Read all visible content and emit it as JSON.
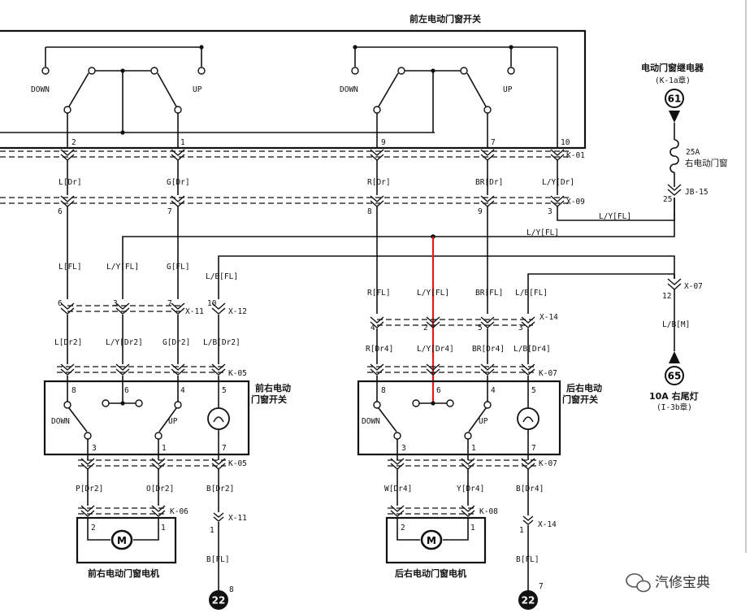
{
  "titles": {
    "front_left_switch": "前左电动门窗开关",
    "front_right_switch_l1": "前右电动",
    "front_right_switch_l2": "门窗开关",
    "rear_right_switch_l1": "后右电动",
    "rear_right_switch_l2": "门窗开关",
    "front_right_motor": "前右电动门窗电机",
    "rear_right_motor": "后右电动门窗电机"
  },
  "relay": {
    "title": "电动门窗继电器",
    "ref": "(K-1a章)",
    "circle": "61",
    "fuse_amp": "25A",
    "fuse_name": "右电动门窗",
    "pin": "25",
    "connector": "JB-15"
  },
  "tail_lamp": {
    "circle": "65",
    "label": "10A 右尾灯",
    "ref": "(I-3b章)"
  },
  "switch_words": {
    "down": "DOWN",
    "up": "UP",
    "motor": "M"
  },
  "connectors": {
    "k01": "K-01",
    "x09": "X-09",
    "x11": "X-11",
    "x12": "X-12",
    "x14": "X-14",
    "x07": "X-07",
    "k05": "K-05",
    "k07": "K-07",
    "k06": "K-06",
    "k08": "K-08"
  },
  "pins": {
    "fl_2": "2",
    "fl_1": "1",
    "fl_9": "9",
    "fl_7": "7",
    "fl_10": "10",
    "x09_6": "6",
    "x09_7": "7",
    "x09_8": "8",
    "x09_9": "9",
    "x09_3": "3",
    "x11_6": "6",
    "x11_3": "3",
    "x11_7": "7",
    "x12_10": "10",
    "x14_4": "4",
    "x14_2": "2",
    "x14_5": "5",
    "x14_3": "3",
    "x07_12": "12",
    "fr_8": "8",
    "fr_6": "6",
    "fr_4": "4",
    "fr_5": "5",
    "fr_3": "3",
    "fr_1": "1",
    "fr_7": "7",
    "rr_8": "8",
    "rr_6": "6",
    "rr_4": "4",
    "rr_5": "5",
    "rr_3": "3",
    "rr_1": "1",
    "rr_7": "7",
    "m1_2": "2",
    "m1_1": "1",
    "m2_2": "2",
    "m2_1": "1",
    "x11b_1": "1",
    "x14b_1": "1",
    "g1_8": "8",
    "g2_7": "7"
  },
  "wires": {
    "l_dr": "L[Dr]",
    "g_dr": "G[Dr]",
    "r_dr": "R[Dr]",
    "br_dr": "BR[Dr]",
    "ly_dr": "L/Y[Dr]",
    "ly_fl_a": "L/Y[FL]",
    "ly_fl_b": "L/Y[FL]",
    "l_fl": "L[FL]",
    "ly_fl_c": "L/Y[FL]",
    "g_fl": "G[FL]",
    "lb_fl_a": "L/B[FL]",
    "r_fl": "R[FL]",
    "ly_fl_d": "L/Y[FL]",
    "br_fl": "BR[FL]",
    "lb_fl_b": "L/B[FL]",
    "l_dr2": "L[Dr2]",
    "ly_dr2": "L/Y[Dr2]",
    "g_dr2": "G[Dr2]",
    "lb_dr2": "L/B[Dr2]",
    "r_dr4": "R[Dr4]",
    "ly_dr4": "L/Y[Dr4]",
    "br_dr4": "BR[Dr4]",
    "lb_dr4": "L/B[Dr4]",
    "lb_m": "L/B[M]",
    "p_dr2": "P[Dr2]",
    "o_dr2": "O[Dr2]",
    "b_dr2": "B[Dr2]",
    "w_dr4": "W[Dr4]",
    "y_dr4": "Y[Dr4]",
    "b_dr4": "B[Dr4]",
    "b_fl_1": "B[FL]",
    "b_fl_2": "B[FL]"
  },
  "ground": {
    "g1": "22",
    "g2": "22"
  },
  "watermark": "汽修宝典",
  "colors": {
    "wire": "#111111",
    "highlight_wire": "#e21a1a"
  }
}
